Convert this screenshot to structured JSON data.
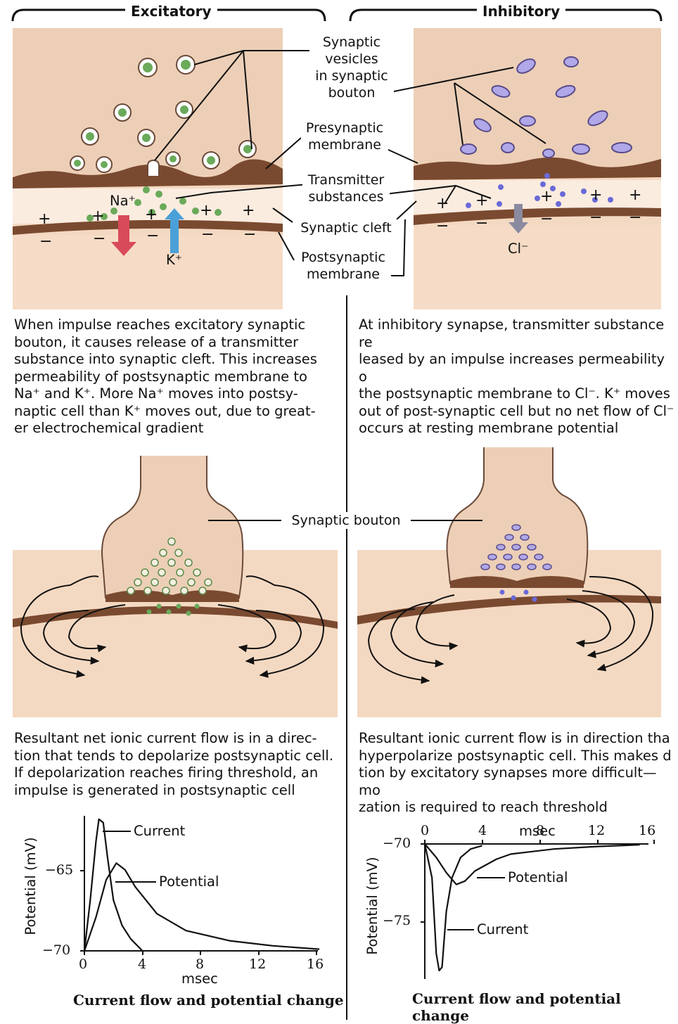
{
  "headers": {
    "excitatory": "Excitatory",
    "inhibitory": "Inhibitory"
  },
  "labels": {
    "vesicles": "Synaptic\nvesicles\nin synaptic\nbouton",
    "presynaptic": "Presynaptic\nmembrane",
    "transmitter": "Transmitter\nsubstances",
    "cleft": "Synaptic cleft",
    "postsynaptic": "Postsynaptic\nmembrane",
    "bouton": "Synaptic bouton",
    "na": "Na⁺",
    "k": "K⁺",
    "cl": "Cl⁻"
  },
  "paragraphs": {
    "exc_top": "When impulse reaches excitatory synaptic\nbouton, it causes release of a transmitter\nsubstance into synaptic cleft. This increases\npermeability of postsynaptic membrane to\nNa⁺ and K⁺. More Na⁺ moves into postsy-\nnaptic cell than K⁺ moves out, due to great-\ner electrochemical gradient",
    "inh_top": "At inhibitory synapse, transmitter substance re\nleased by an impulse increases permeability o\nthe postsynaptic membrane to Cl⁻. K⁺ moves\nout of post-synaptic cell but no net flow of Cl⁻\noccurs at resting membrane potential",
    "exc_bottom": "Resultant net ionic current flow is in a direc-\ntion that tends to depolarize postsynaptic cell.\nIf depolarization reaches firing threshold, an\nimpulse is generated in postsynaptic cell",
    "inh_bottom": "Resultant ionic current flow is in direction tha\nhyperpolarize postsynaptic cell. This makes d\ntion by excitatory synapses more difficult—mo\nzation is required to reach threshold"
  },
  "chart_data": [
    {
      "type": "line",
      "title": "Current flow and potential change",
      "xlabel": "msec",
      "ylabel": "Potential (mV)",
      "x_ticks": [
        "0",
        "4",
        "8",
        "12",
        "16"
      ],
      "y_ticks": [
        "−65",
        "−70"
      ],
      "xlim": [
        0,
        16.5
      ],
      "ylim": [
        -70,
        -62
      ],
      "series": [
        {
          "name": "Current",
          "x": [
            0,
            0.4,
            0.8,
            1.0,
            1.3,
            1.6,
            2.0,
            2.6,
            3.2,
            4.0
          ],
          "y": [
            -70,
            -67,
            -63.5,
            -62.2,
            -62.4,
            -64.5,
            -67,
            -68.5,
            -69.3,
            -70
          ]
        },
        {
          "name": "Potential",
          "x": [
            0,
            0.8,
            1.5,
            2.2,
            2.8,
            3.5,
            5,
            7,
            10,
            13,
            16.2
          ],
          "y": [
            -70,
            -68,
            -65.8,
            -64.8,
            -65.2,
            -66.2,
            -67.8,
            -68.8,
            -69.4,
            -69.7,
            -69.9
          ]
        }
      ]
    },
    {
      "type": "line",
      "title": "Current flow and potential change",
      "xlabel": "msec",
      "ylabel": "Potential (mV)",
      "x_ticks": [
        "0",
        "4",
        "8",
        "12",
        "16"
      ],
      "y_ticks": [
        "−70",
        "−75"
      ],
      "xlim": [
        0,
        16.5
      ],
      "ylim": [
        -78,
        -70
      ],
      "series": [
        {
          "name": "Current",
          "x": [
            0,
            0.5,
            0.8,
            1.0,
            1.2,
            1.5,
            1.9,
            2.5,
            3.2,
            4.0
          ],
          "y": [
            -70,
            -72,
            -76.5,
            -77.5,
            -77.3,
            -74,
            -72,
            -70.8,
            -70.3,
            -70.1
          ]
        },
        {
          "name": "Potential",
          "x": [
            0,
            0.8,
            1.5,
            2.2,
            2.8,
            3.5,
            5,
            6,
            9,
            12,
            15
          ],
          "y": [
            -70,
            -70.8,
            -71.7,
            -72.4,
            -72.2,
            -71.6,
            -70.9,
            -70.6,
            -70.3,
            -70.15,
            -70.05
          ]
        }
      ]
    }
  ]
}
